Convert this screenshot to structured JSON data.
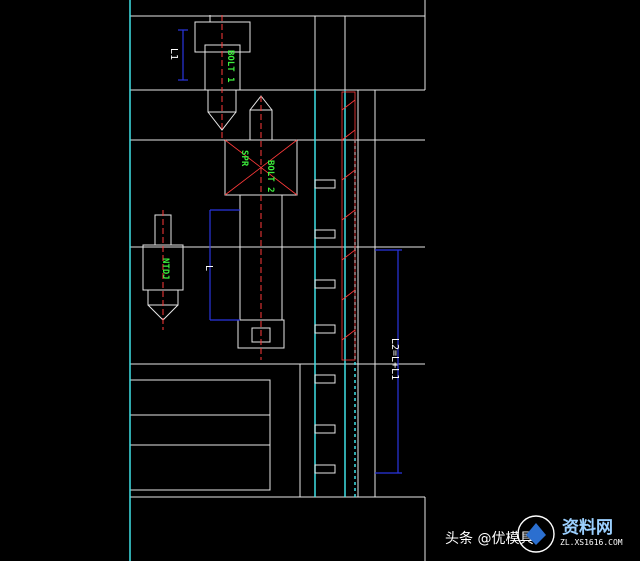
{
  "labels": {
    "bolt1": "BOLT 1",
    "bolt2": "BOLT 2",
    "spr": "SPR",
    "ntdj": "NTDJ",
    "l1": "L1",
    "l": "L",
    "l2": "L2=L+L1"
  },
  "watermark": {
    "text": "头条 @优模具",
    "logo_title": "资料网",
    "logo_url": "ZL.XS1616.COM"
  },
  "colors": {
    "background": "#000000",
    "outline": "#e6e6e6",
    "cyan": "#3fe0e6",
    "red": "#ff3a3a",
    "blue": "#2a35e0",
    "green": "#3cf03c",
    "hatch": "#e6c84a"
  }
}
